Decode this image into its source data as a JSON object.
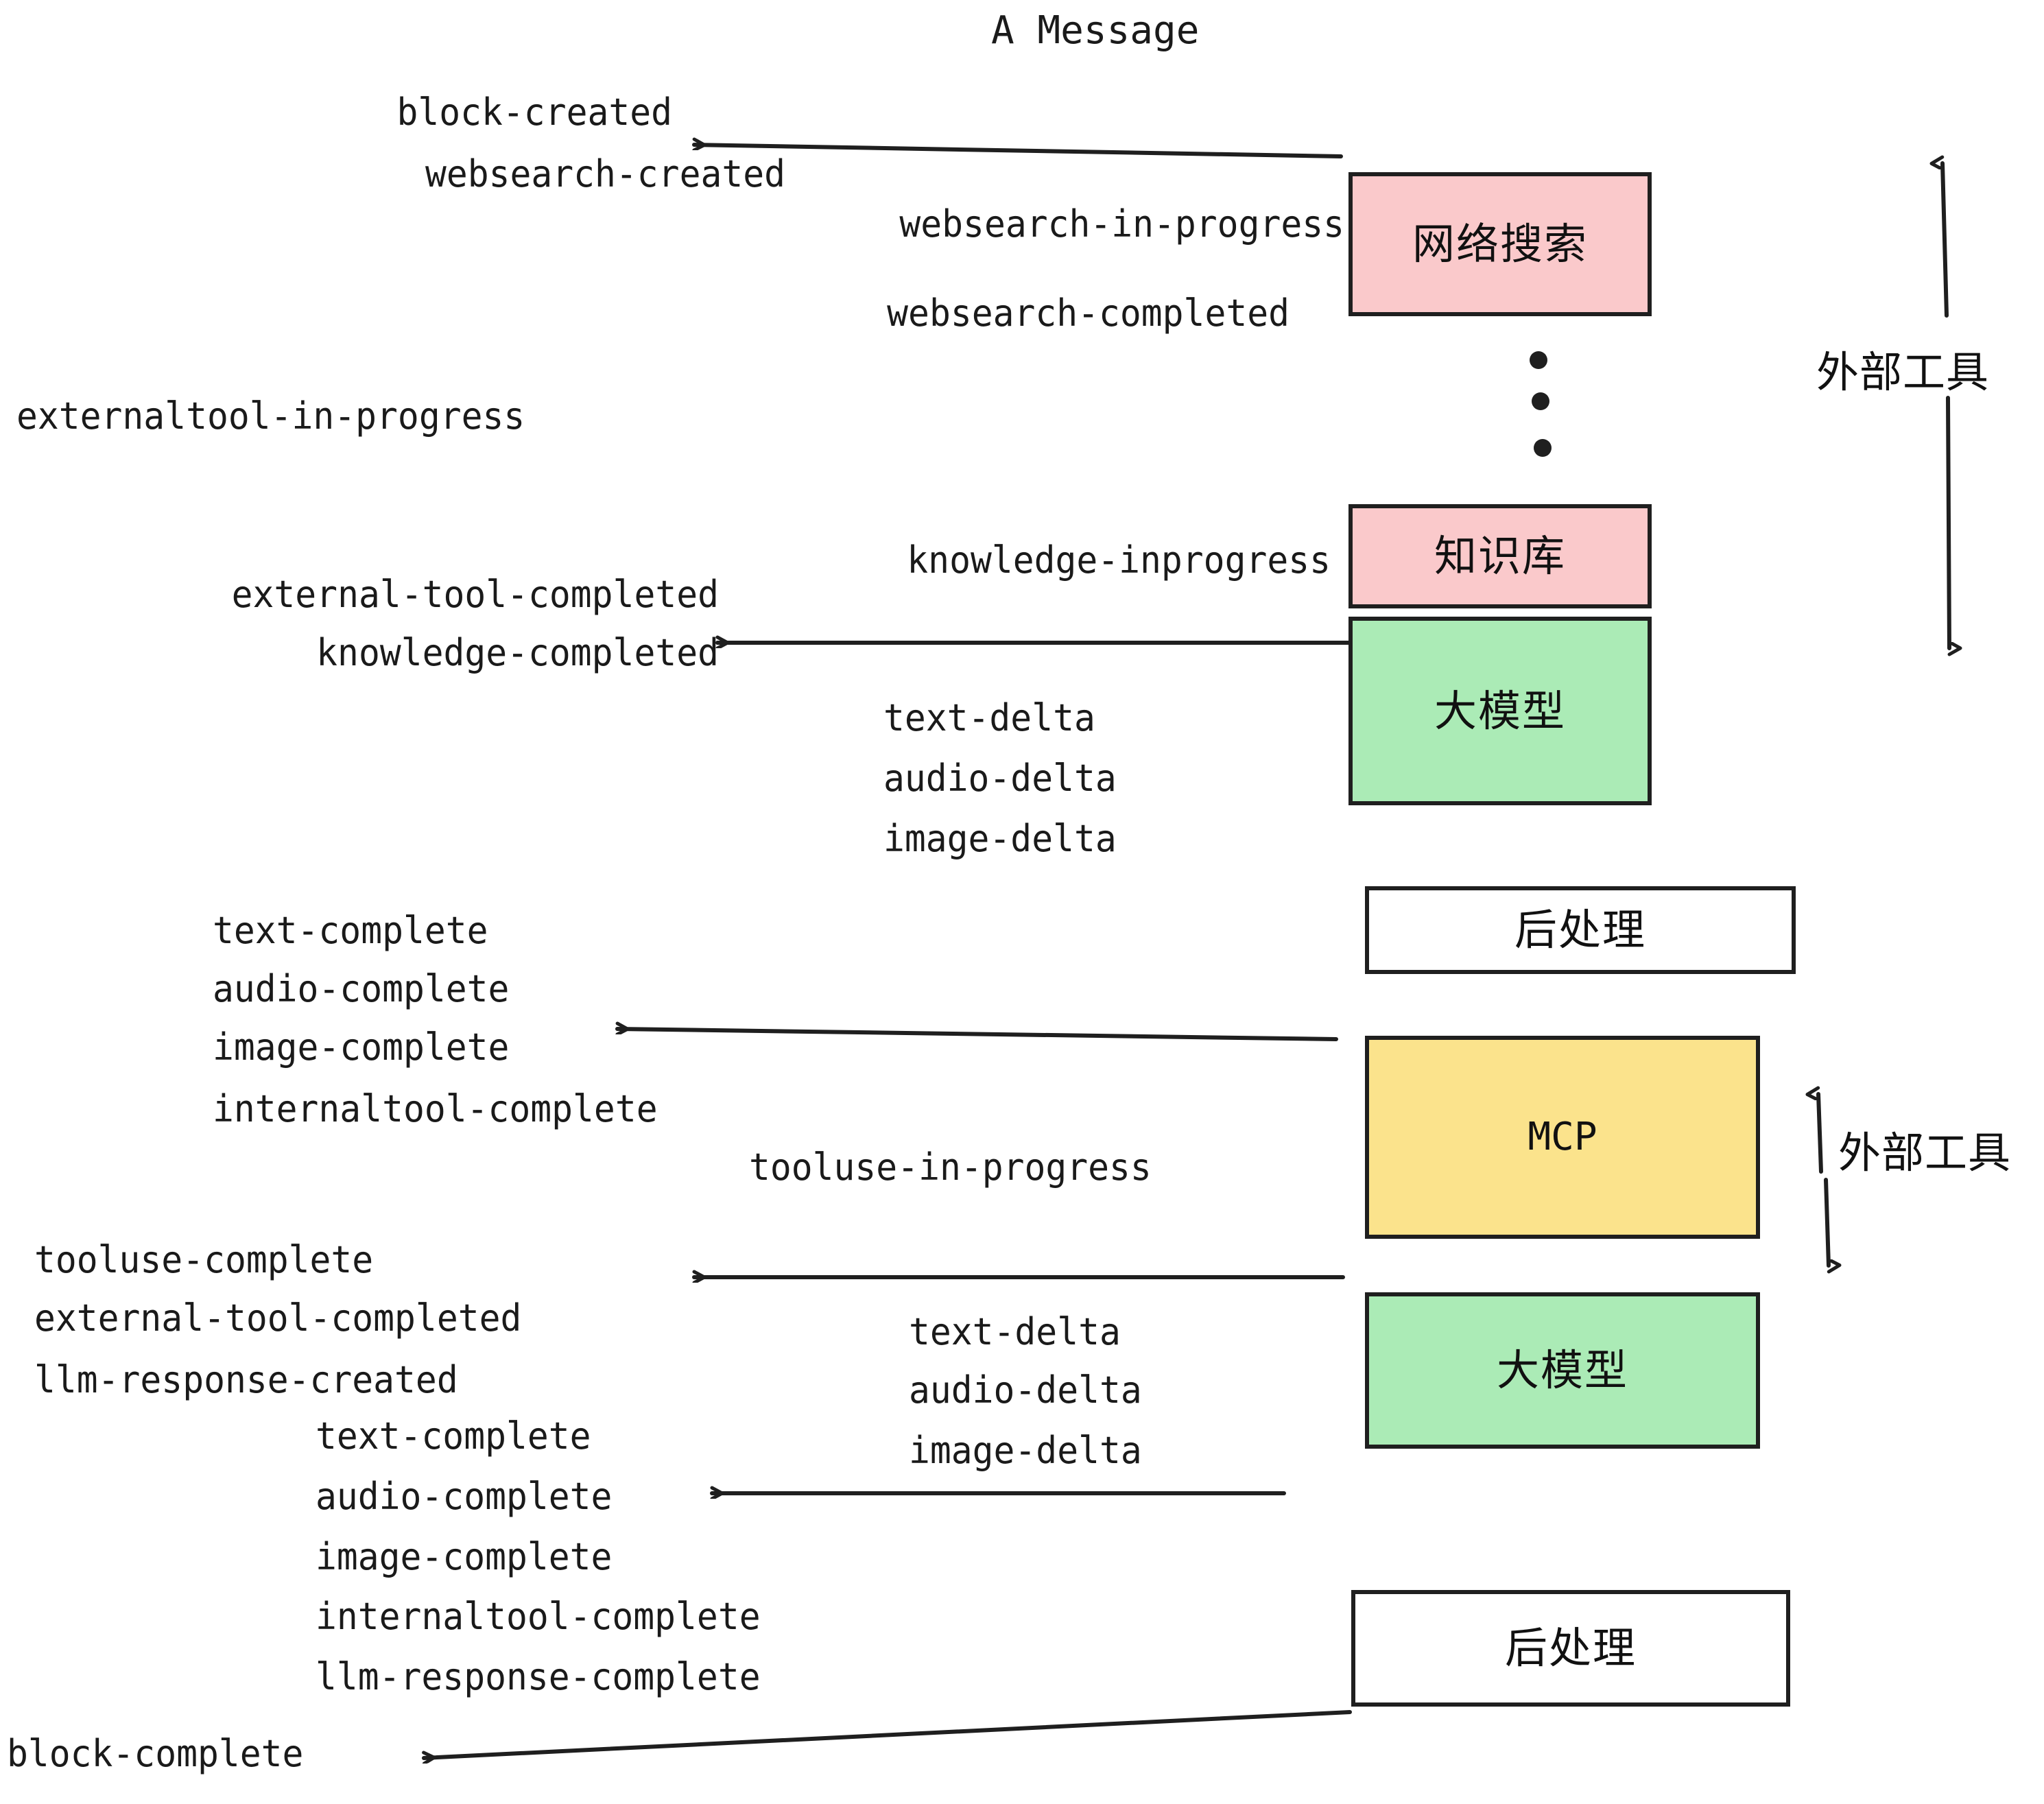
{
  "title": "A Message",
  "events": {
    "block_created": "block-created",
    "websearch_created": "websearch-created",
    "websearch_in_progress": "websearch-in-progress",
    "websearch_completed": "websearch-completed",
    "externaltool_in_progress": "externaltool-in-progress",
    "knowledge_inprogress": "knowledge-inprogress",
    "external_tool_completed_1": "external-tool-completed",
    "knowledge_completed": "knowledge-completed",
    "text_delta_1": "text-delta",
    "audio_delta_1": "audio-delta",
    "image_delta_1": "image-delta",
    "text_complete_1": "text-complete",
    "audio_complete_1": "audio-complete",
    "image_complete_1": "image-complete",
    "internaltool_complete_1": "internaltool-complete",
    "tooluse_in_progress": "tooluse-in-progress",
    "tooluse_complete": "tooluse-complete",
    "external_tool_completed_2": "external-tool-completed",
    "llm_response_created": "llm-response-created",
    "text_delta_2": "text-delta",
    "audio_delta_2": "audio-delta",
    "image_delta_2": "image-delta",
    "text_complete_2": "text-complete",
    "audio_complete_2": "audio-complete",
    "image_complete_2": "image-complete",
    "internaltool_complete_2": "internaltool-complete",
    "llm_response_complete": "llm-response-complete",
    "block_complete": "block-complete"
  },
  "nodes": {
    "websearch": "网络搜索",
    "knowledge": "知识库",
    "llm_1": "大模型",
    "postprocess_1": "后处理",
    "mcp": "MCP",
    "llm_2": "大模型",
    "postprocess_2": "后处理"
  },
  "annotations": {
    "external_tool_top": "外部工具",
    "external_tool_bottom": "外部工具"
  },
  "colors": {
    "pink": "#fac9cb",
    "green": "#abebb6",
    "yellow": "#fbe38c",
    "white": "#ffffff",
    "stroke": "#1f1f1f",
    "text": "#1a1a1a"
  }
}
